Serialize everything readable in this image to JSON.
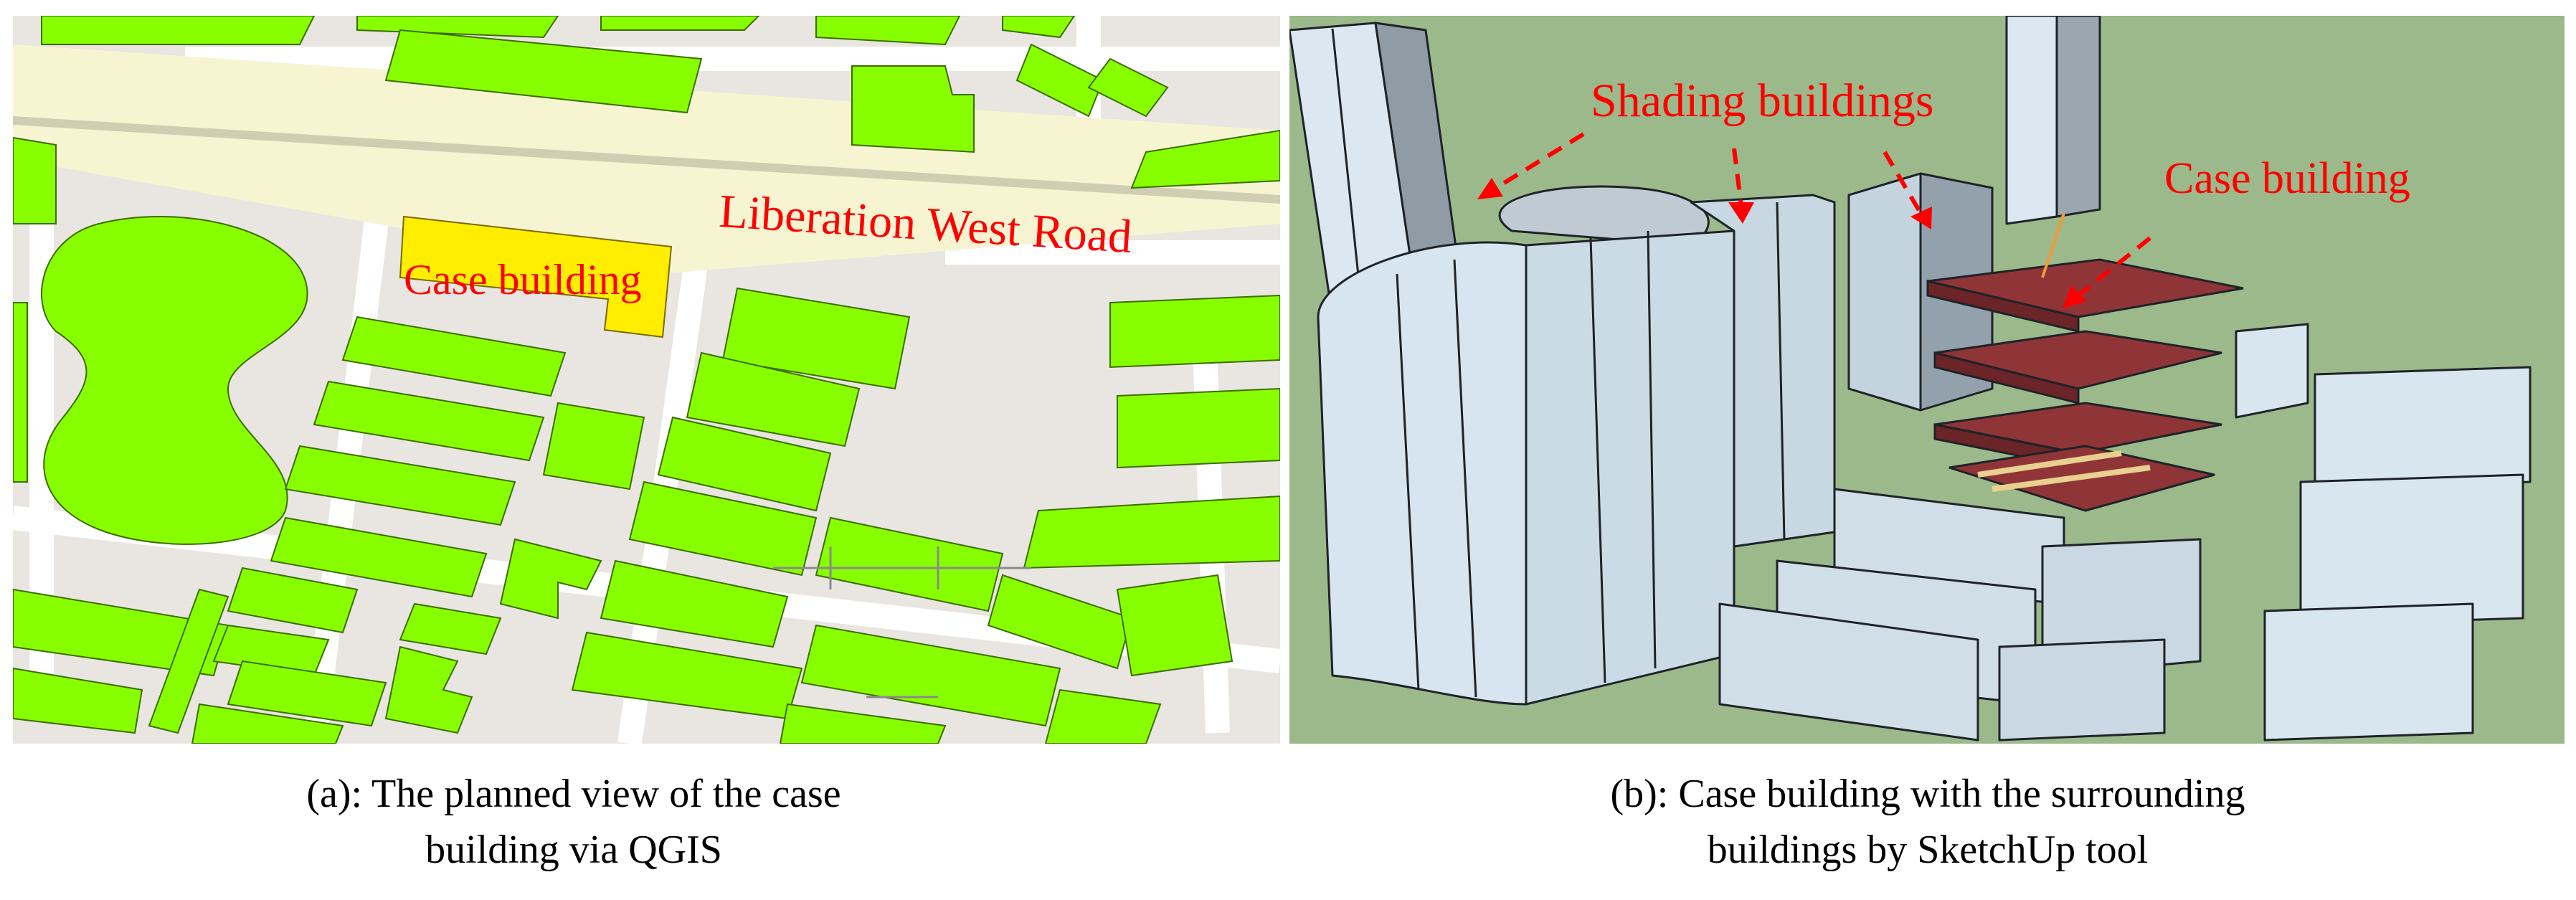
{
  "panel_a": {
    "road_label": "Liberation  West Road",
    "case_label": "Case building",
    "caption_line1": "(a): The planned view of the case",
    "caption_line2": "building via QGIS"
  },
  "panel_b": {
    "shading_label": "Shading buildings",
    "case_label": "Case building",
    "caption_line1": "(b): Case building with the surrounding",
    "caption_line2": "buildings by SketchUp tool"
  },
  "colors": {
    "building_fill": "#88ff00",
    "case_fill": "#ffee00",
    "road_fill": "#f7f4d2",
    "map_ground": "#e9e5e1",
    "model_ground": "#9cb98b",
    "model_building": "#cfe0ec",
    "model_case": "#8f3537",
    "annotation": "#ff0000"
  }
}
